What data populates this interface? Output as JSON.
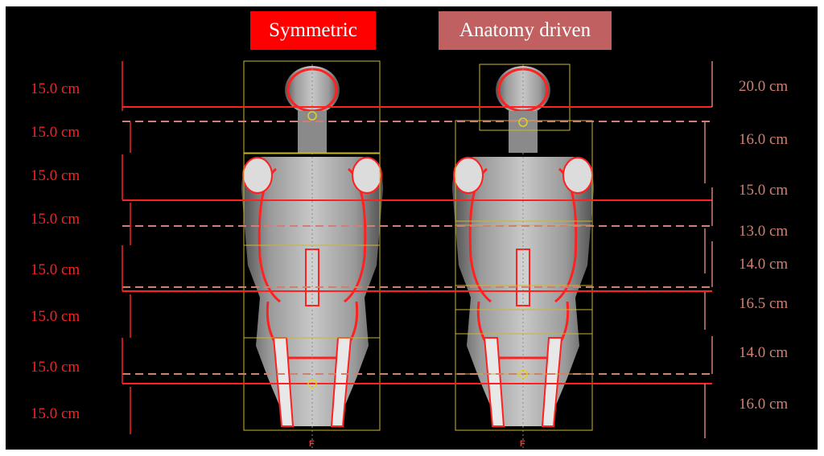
{
  "tags": {
    "symmetric": "Symmetric",
    "anatomy": "Anatomy driven"
  },
  "left_labels": [
    "15.0 cm",
    "15.0 cm",
    "15.0 cm",
    "15.0 cm",
    "15.0 cm",
    "15.0 cm",
    "15.0 cm",
    "15.0 cm"
  ],
  "right_labels": [
    "20.0 cm",
    "16.0 cm",
    "15.0 cm",
    "13.0 cm",
    "14.0 cm",
    "16.5 cm",
    "14.0 cm",
    "16.0 cm"
  ],
  "markers": {
    "left": "F",
    "right": "F"
  },
  "colors": {
    "symmetric": "#ff0000",
    "anatomy": "#c06060",
    "right_text": "#d08070",
    "contour": "#d8c830"
  }
}
